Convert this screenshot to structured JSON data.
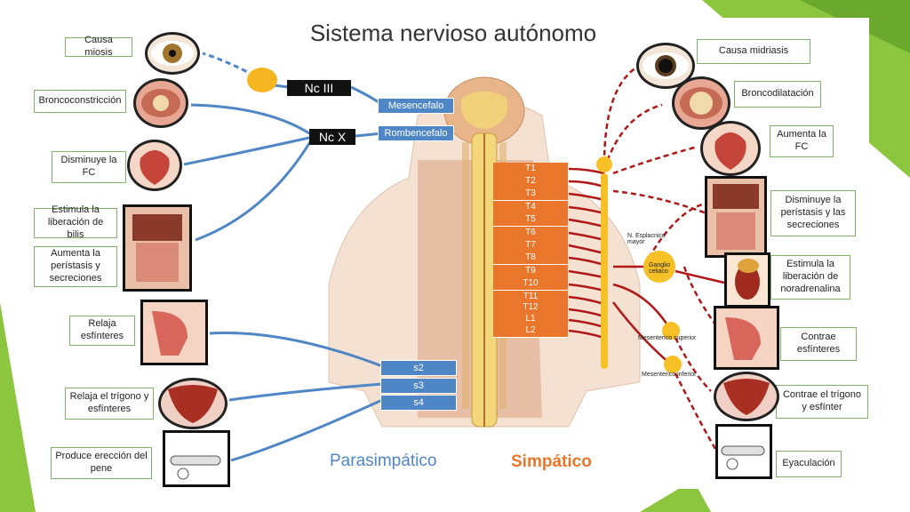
{
  "title": "Sistema nervioso autónomo",
  "nerves": {
    "nc3": "Nc III",
    "ncx": "Nc X"
  },
  "brain": {
    "mesencefalo": "Mesencefalo",
    "rombencefalo": "Rombencefalo"
  },
  "parasympathetic": {
    "heading": "Parasimpático",
    "effects": [
      "Causa miosis",
      "Broncoconstricción",
      "Disminuye la FC",
      "Estimula la liberación de bilis",
      "Aumenta la perístasis y secreciones",
      "Relaja esfínteres",
      "Relaja el trígono y esfínteres",
      "Produce erección del pene"
    ],
    "sacral": [
      "s2",
      "s3",
      "s4"
    ]
  },
  "sympathetic": {
    "heading": "Simpático",
    "effects": [
      "Causa midriasis",
      "Broncodilatación",
      "Aumenta la FC",
      "Disminuye la perístasis y las secreciones",
      "Estimula la liberación de noradrenalina",
      "Contrae esfínteres",
      "Contrae el trígono y esfínter",
      "Eyaculación"
    ],
    "vertebrae": [
      "T1",
      "T2",
      "T3",
      "T4",
      "T5",
      "T6",
      "T7",
      "T8",
      "T9",
      "T10",
      "T11",
      "T12",
      "L1",
      "L2"
    ],
    "ganglia": [
      "N. Esplacnico mayor",
      "Ganglio celiaco",
      "Mesenterico superior",
      "Mesenterico inferior"
    ]
  },
  "colors": {
    "parasympathetic": "#4f86c6",
    "sympathetic": "#b01818",
    "accent": "#8cc63f",
    "vertebra": "#e9762b"
  }
}
